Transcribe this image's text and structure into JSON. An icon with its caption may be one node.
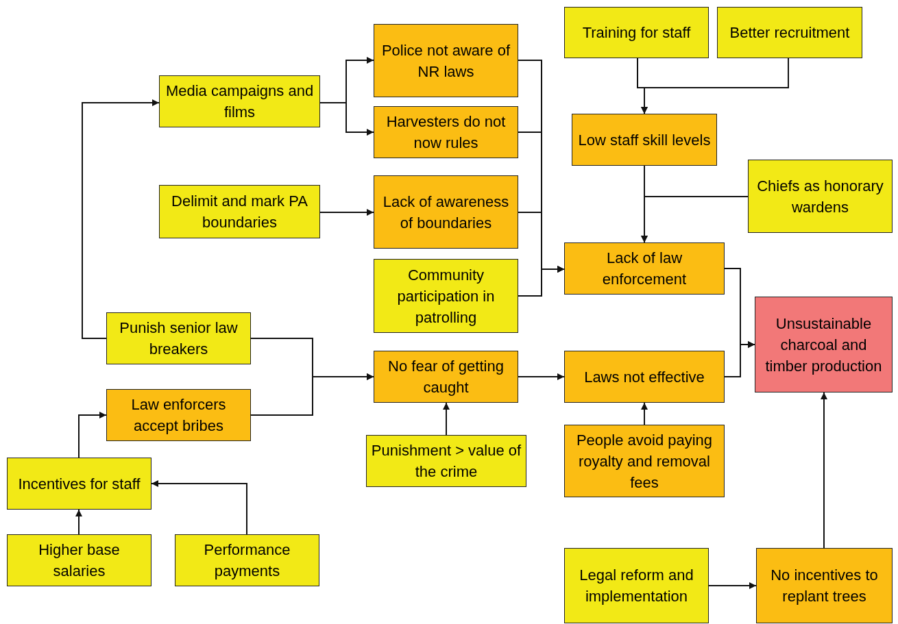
{
  "diagram": {
    "nodes": [
      {
        "text": [
          "Training for staff"
        ]
      },
      {
        "text": [
          "Better recruitment"
        ]
      },
      {
        "text": [
          "Police not aware of NR laws"
        ]
      },
      {
        "text": [
          "Media campaigns and films"
        ]
      },
      {
        "text": [
          "Harvesters do not now rules"
        ]
      },
      {
        "text": [
          "Low staff skill levels"
        ]
      },
      {
        "text": [
          "Chiefs as honorary wardens"
        ]
      },
      {
        "text": [
          "Delimit and mark PA boundaries"
        ]
      },
      {
        "text": [
          "Lack of awareness of boundaries"
        ]
      },
      {
        "text": [
          "Lack of law enforcement"
        ]
      },
      {
        "text": [
          "Community participation in patrolling"
        ]
      },
      {
        "text": [
          "Unsustainable charcoal and timber production"
        ]
      },
      {
        "text": [
          "Punish senior law breakers"
        ]
      },
      {
        "text": [
          "No fear of getting caught"
        ]
      },
      {
        "text": [
          "Laws not effective"
        ]
      },
      {
        "text": [
          "Law enforcers accept bribes"
        ]
      },
      {
        "text": [
          "Punishment > value of the crime"
        ]
      },
      {
        "text": [
          "People avoid paying royalty and removal fees"
        ]
      },
      {
        "text": [
          "Incentives for staff"
        ]
      },
      {
        "text": [
          "Higher base salaries"
        ]
      },
      {
        "text": [
          "Performance payments"
        ]
      },
      {
        "text": [
          "Legal reform and implementation"
        ]
      },
      {
        "text": [
          "No incentives to replant trees"
        ]
      }
    ],
    "edges": [
      {
        "from": 0,
        "to": 5,
        "arrow": "to"
      },
      {
        "from": 1,
        "to": 5,
        "arrow": "to"
      },
      {
        "from": 3,
        "to": 2,
        "arrow": "to"
      },
      {
        "from": 3,
        "to": 4,
        "arrow": "to"
      },
      {
        "from": 2,
        "to": 9,
        "arrow": "to"
      },
      {
        "from": 4,
        "to": 9,
        "arrow": "to"
      },
      {
        "from": 8,
        "to": 9,
        "arrow": "to"
      },
      {
        "from": 10,
        "to": 9,
        "arrow": "to"
      },
      {
        "from": 7,
        "to": 8,
        "arrow": "to"
      },
      {
        "from": 5,
        "to": 9,
        "arrow": "to"
      },
      {
        "from": 6,
        "to": 9,
        "arrow": "to"
      },
      {
        "from": 12,
        "to": 3,
        "arrow": "to"
      },
      {
        "from": 12,
        "to": 13,
        "arrow": "to"
      },
      {
        "from": 15,
        "to": 13,
        "arrow": "to"
      },
      {
        "from": 13,
        "to": 14,
        "arrow": "to"
      },
      {
        "from": 9,
        "to": 11,
        "arrow": "to"
      },
      {
        "from": 14,
        "to": 11,
        "arrow": "to"
      },
      {
        "from": 16,
        "to": 13,
        "arrow": "to"
      },
      {
        "from": 17,
        "to": 14,
        "arrow": "to"
      },
      {
        "from": 18,
        "to": 15,
        "arrow": "to"
      },
      {
        "from": 19,
        "to": 18,
        "arrow": "to"
      },
      {
        "from": 20,
        "to": 18,
        "arrow": "to"
      },
      {
        "from": 21,
        "to": 22,
        "arrow": "to"
      },
      {
        "from": 22,
        "to": 11,
        "arrow": "to"
      }
    ]
  }
}
